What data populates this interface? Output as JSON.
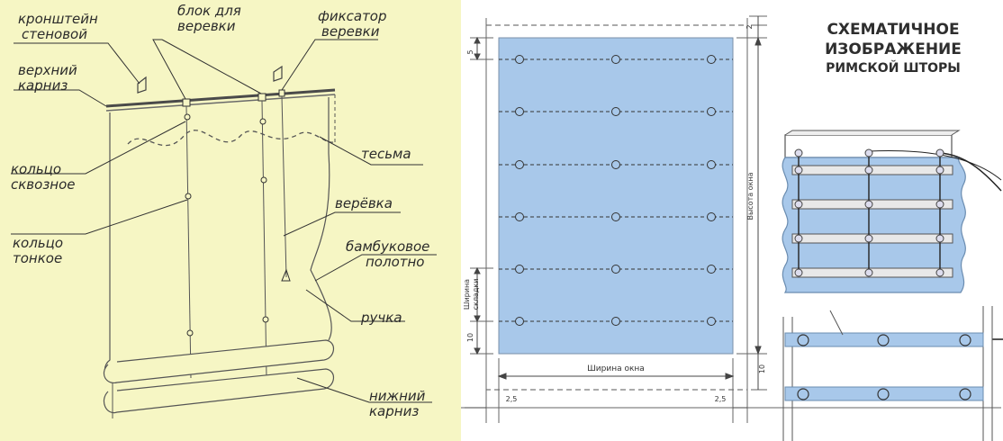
{
  "left_diagram": {
    "labels": {
      "wall_bracket": [
        "кронштейн",
        "стеновой"
      ],
      "top_cornice": [
        "верхний",
        "карниз"
      ],
      "rope_block": [
        "блок для",
        "веревки"
      ],
      "rope_lock": [
        "фиксатор",
        "веревки"
      ],
      "tape": "тесьма",
      "through_ring": [
        "кольцо",
        "сквозное"
      ],
      "rope": "верёвка",
      "thin_ring": [
        "кольцо",
        "тонкое"
      ],
      "bamboo_fabric": [
        "бамбуковое",
        "полотно"
      ],
      "handle": "ручка",
      "bottom_cornice": [
        "нижний",
        "карниз"
      ]
    }
  },
  "right_diagram": {
    "title": [
      "СХЕМАТИЧНОЕ",
      "ИЗОБРАЖЕНИЕ",
      "РИМСКОЙ ШТОРЫ"
    ],
    "dimensions": {
      "top_margin": "5",
      "top_right_margin": "2",
      "fold_width": [
        "Ширина",
        "складки"
      ],
      "bottom_margin": "10",
      "window_width": "Ширина окна",
      "window_height": "Высота окна",
      "right_bottom": "10",
      "side_left": "2,5",
      "side_right": "2,5"
    },
    "colors": {
      "fabric": "#a8c8ea",
      "left_bg": "#f6f6c4"
    }
  }
}
